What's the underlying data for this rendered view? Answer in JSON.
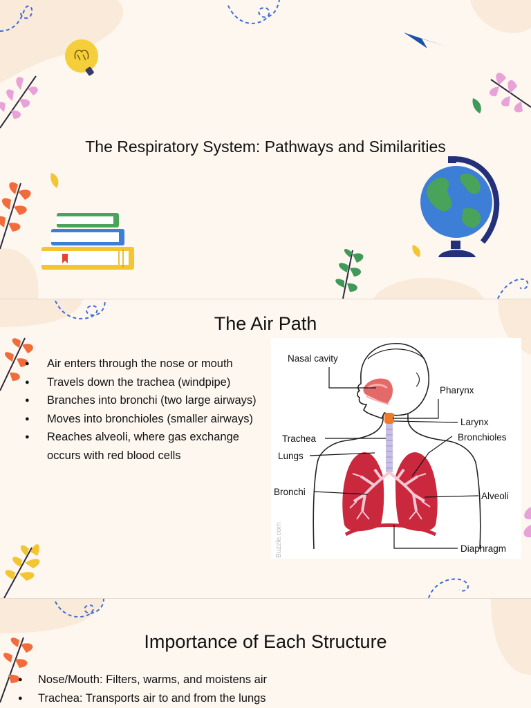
{
  "slides": [
    {
      "title": "The Respiratory System: Pathways and Similarities"
    },
    {
      "title": "The Air Path",
      "bullets": [
        "Air enters through the nose or mouth",
        "Travels down the trachea (windpipe)",
        "Branches into bronchi (two large airways)",
        "Moves into bronchioles (smaller airways)",
        "Reaches alveoli, where gas exchange occurs with red blood cells"
      ],
      "diagram": {
        "labels": {
          "nasal_cavity": "Nasal cavity",
          "pharynx": "Pharynx",
          "larynx": "Larynx",
          "trachea": "Trachea",
          "bronchioles": "Bronchioles",
          "lungs": "Lungs",
          "bronchi": "Bronchi",
          "alveoli": "Alveoli",
          "diaphragm": "Diaphragm"
        },
        "watermark": "Buzzle.com"
      }
    },
    {
      "title": "Importance of Each Structure",
      "bullets": [
        "Nose/Mouth: Filters, warms, and moistens air",
        "Trachea: Transports air to and from the lungs"
      ]
    }
  ],
  "icons": [
    "lightbulb-icon",
    "paper-plane-icon",
    "books-icon",
    "globe-icon",
    "leaf-branch-icon"
  ],
  "colors": {
    "background": "#fdf7f0",
    "blob": "#f9ead9",
    "lung_red": "#c9283d",
    "globe_blue": "#3d7ed6",
    "globe_green": "#4aa35a",
    "leaf_orange": "#f26b3a",
    "leaf_pink": "#e9a2d8",
    "leaf_yellow": "#f2c531"
  }
}
